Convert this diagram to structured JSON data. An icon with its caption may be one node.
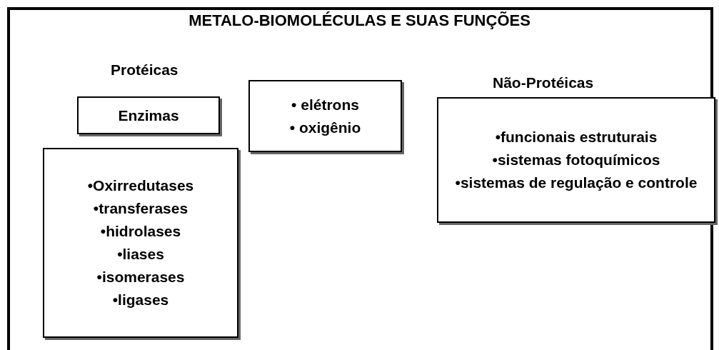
{
  "diagram": {
    "title": "METALO-BIOMOLÉCULAS E SUAS FUNÇÕES",
    "nodes": [
      {
        "text": [
          "Enzimas"
        ]
      },
      {
        "text": [
          "• elétrons",
          "• oxigênio"
        ]
      },
      {
        "text": [
          "Não-Protéicas",
          "•funcionais estruturais",
          "•sistemas fotoquímicos",
          "•sistemas de regulação e controle"
        ]
      },
      {
        "text": [
          "•Oxirredutases",
          "•transferases",
          "•hidrolases",
          "•liases",
          "•isomerases",
          "•ligases"
        ]
      }
    ],
    "labels": [
      "Protéicas"
    ]
  }
}
